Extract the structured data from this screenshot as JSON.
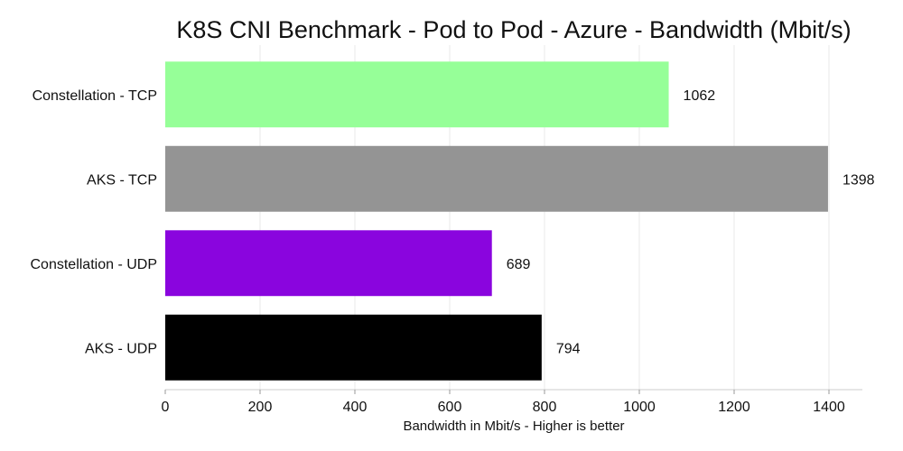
{
  "chart_data": {
    "type": "bar",
    "orientation": "horizontal",
    "title": "K8S CNI Benchmark - Pod to Pod - Azure - Bandwidth (Mbit/s)",
    "xlabel": "Bandwidth in Mbit/s - Higher is better",
    "ylabel": "",
    "categories": [
      "Constellation - TCP",
      "AKS - TCP",
      "Constellation - UDP",
      "AKS - UDP"
    ],
    "values": [
      1062,
      1398,
      689,
      794
    ],
    "value_labels": [
      "1062",
      "1398",
      "689",
      "794"
    ],
    "colors": [
      "#96ff98",
      "#949494",
      "#8a05de",
      "#000000"
    ],
    "xlim": [
      0,
      1470
    ],
    "xticks": [
      0,
      200,
      400,
      600,
      800,
      1000,
      1200,
      1400
    ],
    "grid": "vertical",
    "legend": "none"
  }
}
